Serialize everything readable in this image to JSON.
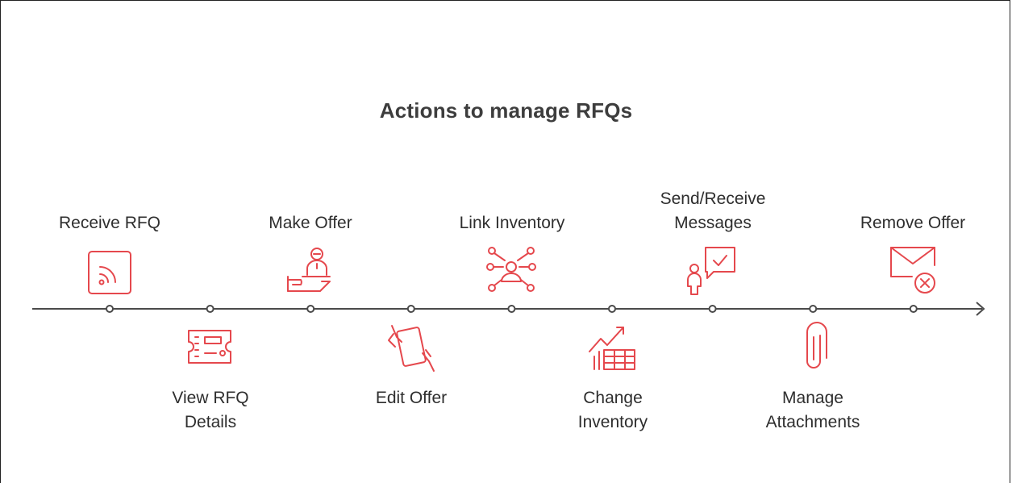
{
  "title": "Actions to manage RFQs",
  "accent_color": "#e5484d",
  "line_color": "#4a4a4a",
  "steps": [
    {
      "label": "Receive RFQ",
      "icon": "rss-feed-icon",
      "side": "top"
    },
    {
      "label": "View RFQ\nDetails",
      "icon": "ticket-details-icon",
      "side": "bottom"
    },
    {
      "label": "Make Offer",
      "icon": "hand-offer-icon",
      "side": "top"
    },
    {
      "label": "Edit Offer",
      "icon": "tablet-edit-icon",
      "side": "bottom"
    },
    {
      "label": "Link Inventory",
      "icon": "network-link-icon",
      "side": "top"
    },
    {
      "label": "Change\nInventory",
      "icon": "chart-table-icon",
      "side": "bottom"
    },
    {
      "label": "Send/Receive\nMessages",
      "icon": "person-chat-icon",
      "side": "top"
    },
    {
      "label": "Manage\nAttachments",
      "icon": "paperclip-icon",
      "side": "bottom"
    },
    {
      "label": "Remove Offer",
      "icon": "envelope-remove-icon",
      "side": "top"
    }
  ]
}
